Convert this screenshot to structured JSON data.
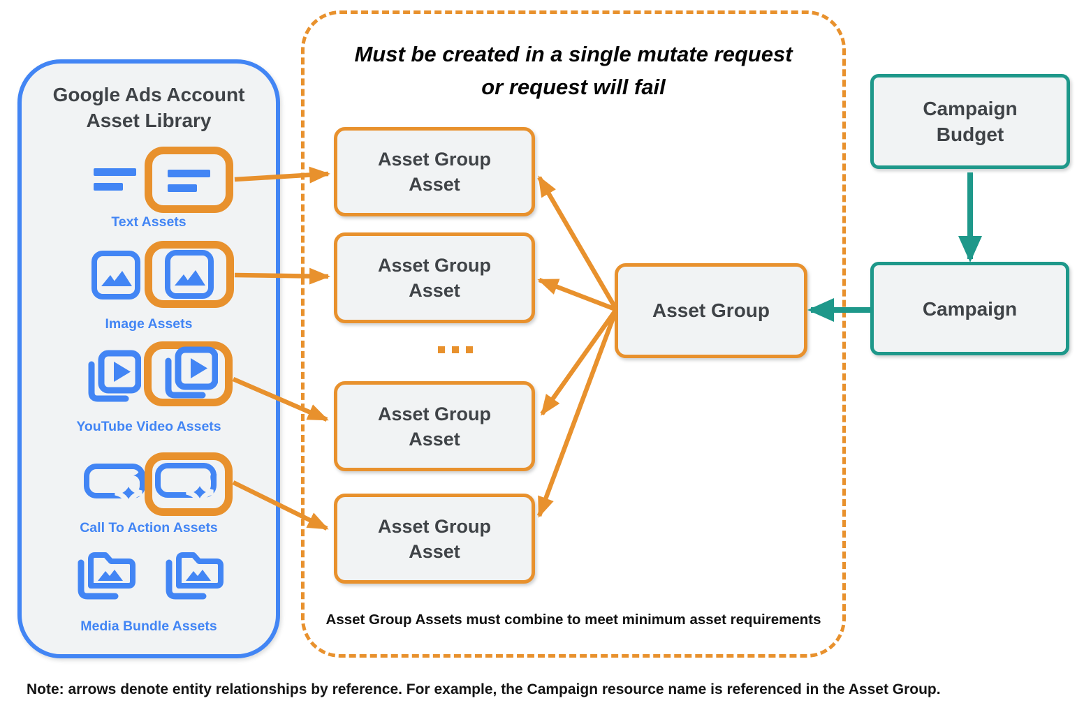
{
  "colors": {
    "orange": "#E8912D",
    "blue": "#4285F4",
    "teal": "#1E988A",
    "panel_fill": "#F1F3F4",
    "text_dark": "#3F4347"
  },
  "asset_library": {
    "title_line1": "Google Ads Account",
    "title_line2": "Asset Library",
    "groups": [
      {
        "label": "Text Assets",
        "icon": "text-lines-icon"
      },
      {
        "label": "Image Assets",
        "icon": "image-icon"
      },
      {
        "label": "YouTube Video Assets",
        "icon": "video-stack-icon"
      },
      {
        "label": "Call To Action Assets",
        "icon": "cta-sparkle-icon"
      },
      {
        "label": "Media Bundle Assets",
        "icon": "media-folder-icon"
      }
    ]
  },
  "mutate_container": {
    "title_line1": "Must be created in a single mutate request",
    "title_line2": "or request will fail",
    "boxes": [
      {
        "line1": "Asset Group",
        "line2": "Asset"
      },
      {
        "line1": "Asset Group",
        "line2": "Asset"
      },
      {
        "line1": "Asset Group",
        "line2": "Asset"
      },
      {
        "line1": "Asset Group",
        "line2": "Asset"
      }
    ],
    "ellipsis": "...",
    "footnote": "Asset Group Assets must combine to meet minimum asset requirements"
  },
  "asset_group": {
    "label": "Asset Group"
  },
  "campaign_budget": {
    "line1": "Campaign",
    "line2": "Budget"
  },
  "campaign": {
    "label": "Campaign"
  },
  "note": "Note: arrows denote entity relationships by reference. For example, the Campaign resource name is referenced in the Asset Group."
}
